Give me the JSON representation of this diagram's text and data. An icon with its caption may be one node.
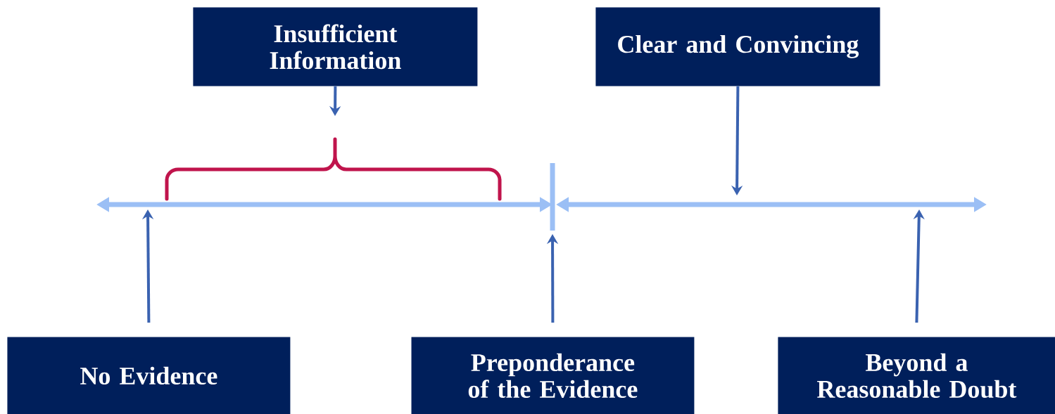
{
  "diagram": {
    "nodes": [
      {
        "text": [
          "Insufficient Information"
        ]
      },
      {
        "text": [
          "Clear and Convincing"
        ]
      },
      {
        "text": [
          "No Evidence"
        ]
      },
      {
        "text": [
          "Preponderance of the Evidence"
        ]
      },
      {
        "text": [
          "Beyond a Reasonable Doubt"
        ]
      }
    ],
    "edges": [
      {
        "from": 0,
        "to": null,
        "arrow": "to"
      },
      {
        "from": 1,
        "to": null,
        "arrow": "to"
      },
      {
        "from": 2,
        "to": null,
        "arrow": "to"
      },
      {
        "from": 3,
        "to": null,
        "arrow": "to"
      },
      {
        "from": 4,
        "to": null,
        "arrow": "to"
      }
    ]
  }
}
